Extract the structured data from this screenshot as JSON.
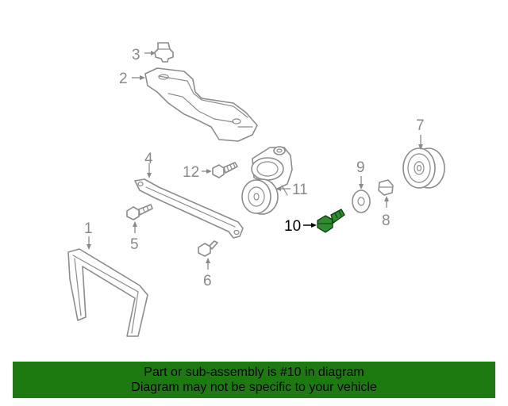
{
  "callouts": {
    "c1": "1",
    "c2": "2",
    "c3": "3",
    "c4": "4",
    "c5": "5",
    "c6": "6",
    "c7": "7",
    "c8": "8",
    "c9": "9",
    "c10": "10",
    "c11": "11",
    "c12": "12"
  },
  "highlighted_part": "10",
  "colors": {
    "banner_background": "#1c7a10",
    "highlight_part": "#2e8b2e",
    "line_art": "#8c8c8c"
  },
  "banner": {
    "line1": "Part or sub-assembly is #10 in diagram",
    "line2": "Diagram may not be specific to your vehicle"
  }
}
